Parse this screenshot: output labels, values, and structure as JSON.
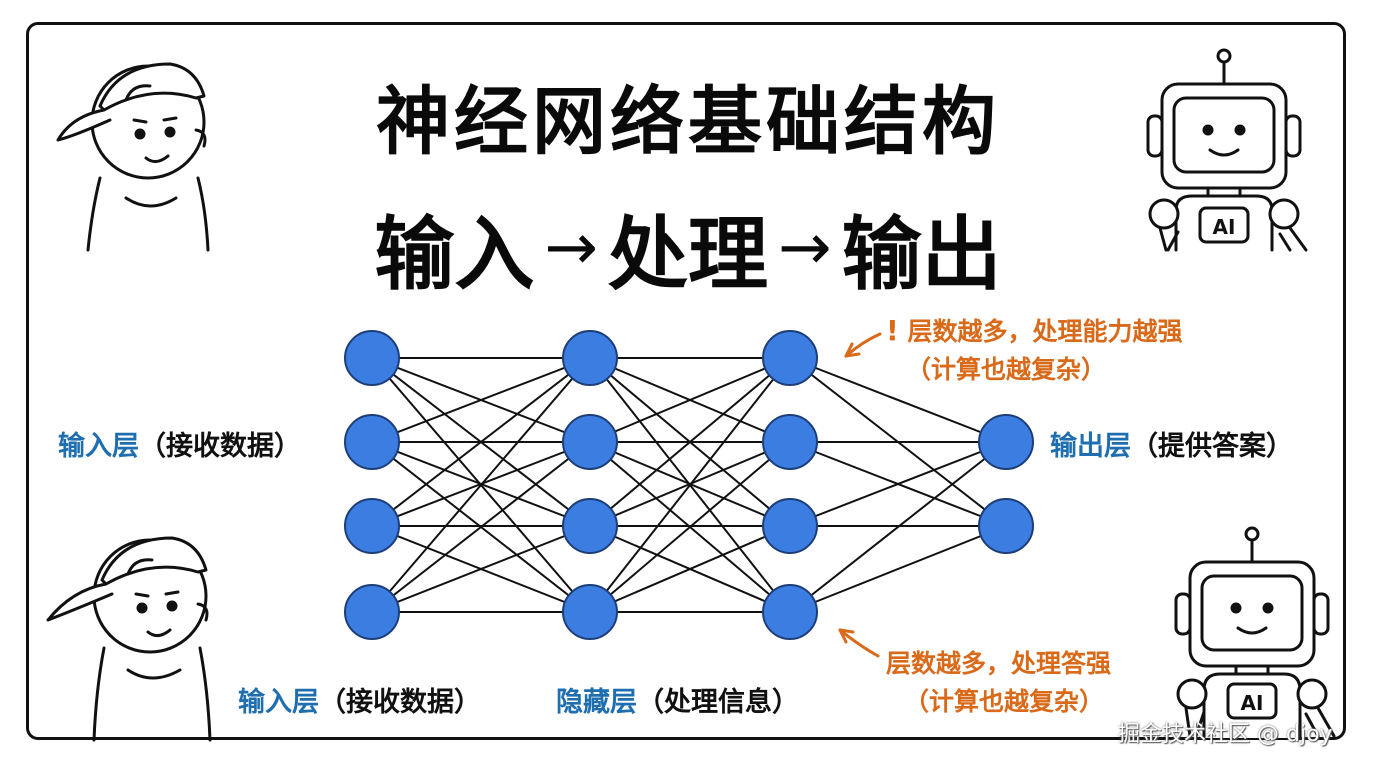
{
  "title": "神经网络基础结构",
  "subtitle": {
    "input": "输入",
    "arrow1": "→",
    "process": "处理",
    "arrow2": "→",
    "output": "输出"
  },
  "labels": {
    "input_left": {
      "name": "输入层",
      "desc": "（接收数据）"
    },
    "output_right": {
      "name": "输出层",
      "desc": "（提供答案）"
    },
    "input_bottom": {
      "name": "输入层",
      "desc": "（接收数据）"
    },
    "hidden_bottom": {
      "name": "隐藏层",
      "desc": "（处理信息）"
    }
  },
  "notes": {
    "top_line1": "层数越多，处理能力越强",
    "top_line2": "（计算也越复杂）",
    "top_mark": "!",
    "bottom_line1": "层数越多，处理答强",
    "bottom_line2": "（计算也越复杂）"
  },
  "robot_badge": "AI",
  "watermark": "掘金技术社区 @ djoy",
  "network": {
    "layers": [
      4,
      4,
      4,
      2
    ],
    "node_color": "#3b7de0"
  },
  "colors": {
    "accent_blue": "#1f6fb0",
    "note_orange": "#d96a1a"
  }
}
